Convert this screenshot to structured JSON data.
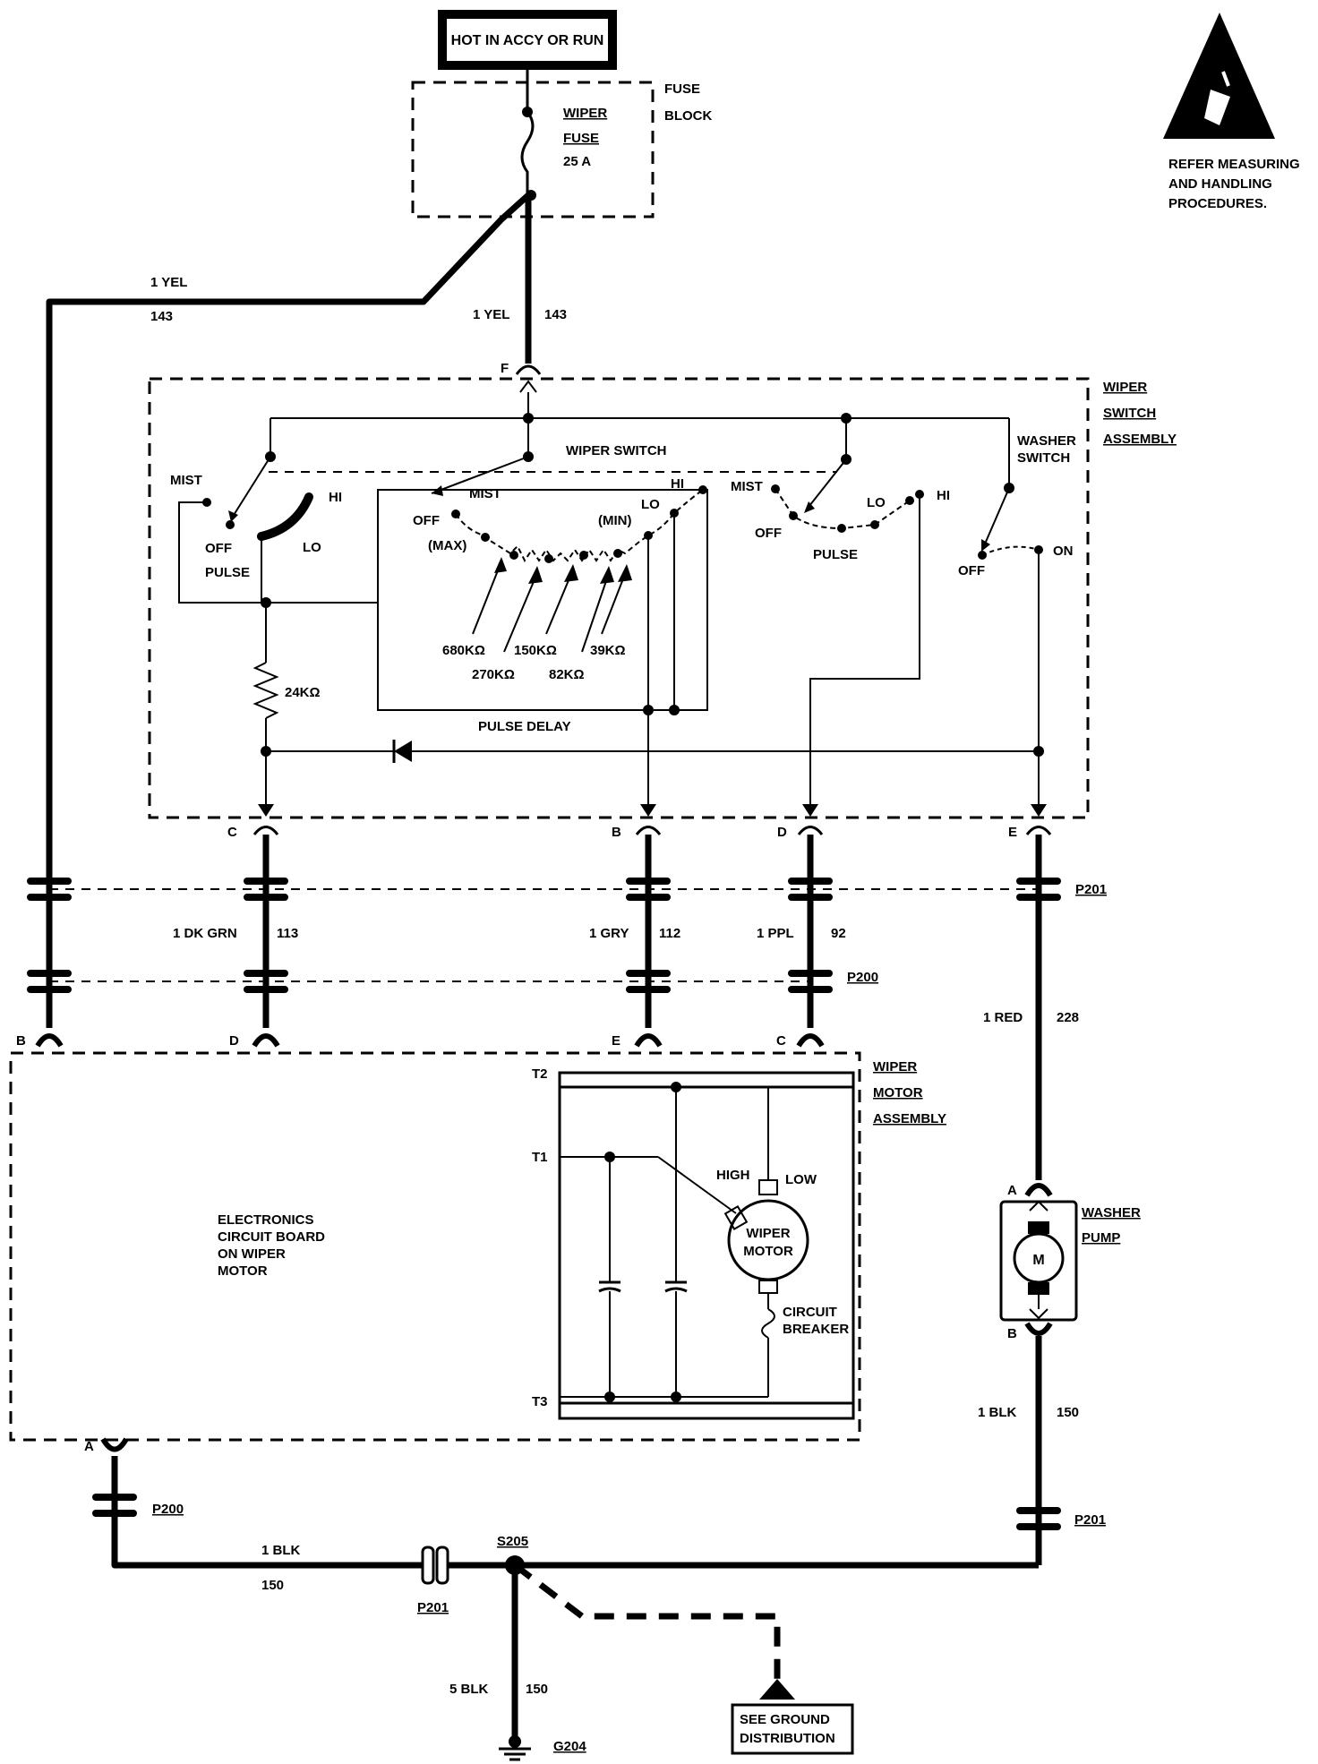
{
  "power": {
    "source": "HOT IN ACCY OR RUN"
  },
  "fuse_block": {
    "label1": "FUSE",
    "label2": "BLOCK",
    "fuse_name1": "WIPER",
    "fuse_name2": "FUSE",
    "fuse_rating": "25 A"
  },
  "esd_warning": {
    "line1": "REFER MEASURING",
    "line2": "AND HANDLING",
    "line3": "PROCEDURES."
  },
  "wires": {
    "left_yel": {
      "gauge": "1 YEL",
      "circuit": "143"
    },
    "center_yel": {
      "gauge": "1 YEL",
      "circuit": "143"
    },
    "dk_grn": {
      "gauge": "1 DK GRN",
      "circuit": "113"
    },
    "gry": {
      "gauge": "1 GRY",
      "circuit": "112"
    },
    "ppl": {
      "gauge": "1 PPL",
      "circuit": "92"
    },
    "red": {
      "gauge": "1 RED",
      "circuit": "228"
    },
    "blk_pump": {
      "gauge": "1 BLK",
      "circuit": "150"
    },
    "blk_left": {
      "gauge": "1 BLK",
      "circuit": "150"
    },
    "blk_ground": {
      "gauge": "5 BLK",
      "circuit": "150"
    }
  },
  "switch_assembly": {
    "label1": "WIPER",
    "label2": "SWITCH",
    "label3": "ASSEMBLY",
    "wiper_switch": "WIPER SWITCH",
    "washer_switch1": "WASHER",
    "washer_switch2": "SWITCH",
    "positions": {
      "mist": "MIST",
      "hi": "HI",
      "lo": "LO",
      "off": "OFF",
      "pulse": "PULSE",
      "on": "ON",
      "max": "(MAX)",
      "min": "(MIN)"
    },
    "resistors": [
      "680KΩ",
      "270KΩ",
      "150KΩ",
      "82KΩ",
      "39KΩ",
      "24KΩ"
    ],
    "pulse_delay": "PULSE DELAY"
  },
  "terminals": {
    "F": "F",
    "C": "C",
    "B": "B",
    "D": "D",
    "E": "E",
    "A": "A",
    "T1": "T1",
    "T2": "T2",
    "T3": "T3"
  },
  "connectors": {
    "p201": "P201",
    "p200": "P200",
    "s205": "S205",
    "g204": "G204"
  },
  "motor_assembly": {
    "label1": "WIPER",
    "label2": "MOTOR",
    "label3": "ASSEMBLY",
    "board1": "ELECTRONICS",
    "board2": "CIRCUIT BOARD",
    "board3": "ON WIPER",
    "board4": "MOTOR",
    "high": "HIGH",
    "low": "LOW",
    "motor1": "WIPER",
    "motor2": "MOTOR",
    "breaker1": "CIRCUIT",
    "breaker2": "BREAKER"
  },
  "washer_pump": {
    "label1": "WASHER",
    "label2": "PUMP",
    "motor_symbol": "M"
  },
  "ground": {
    "see1": "SEE GROUND",
    "see2": "DISTRIBUTION"
  }
}
